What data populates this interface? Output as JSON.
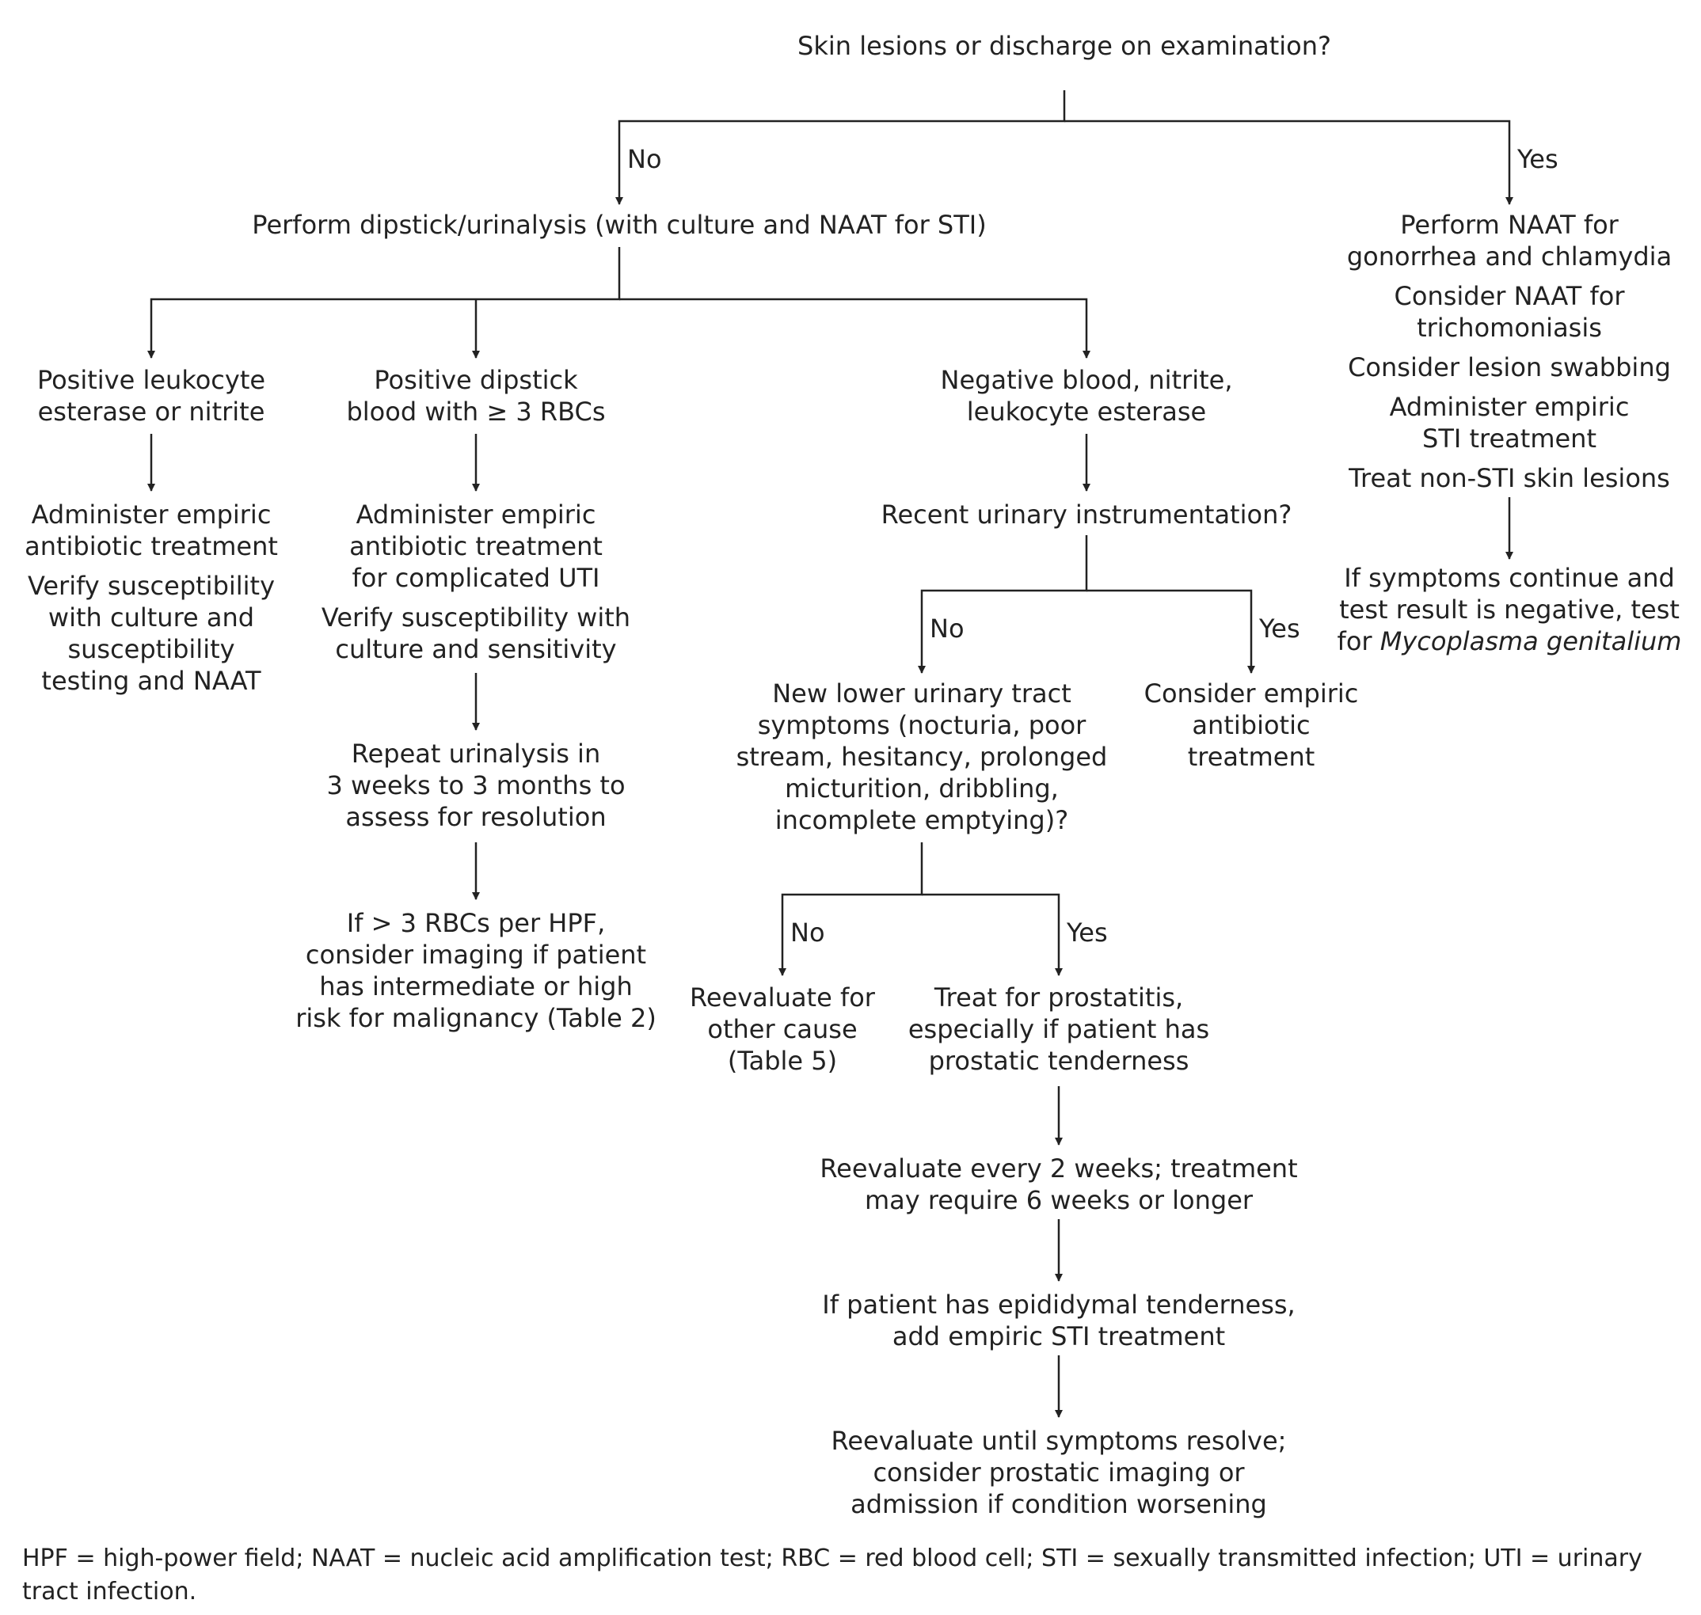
{
  "nodes": {
    "root": {
      "lines": [
        "Skin lesions or discharge on examination?"
      ]
    },
    "dipstick": {
      "lines": [
        "Perform dipstick/urinalysis (with culture and NAAT for STI)"
      ]
    },
    "naat": {
      "lines": [
        "Perform NAAT for",
        "gonorrhea and chlamydia"
      ]
    },
    "naat_trich": {
      "lines": [
        "Consider NAAT for",
        "trichomoniasis"
      ]
    },
    "lesion_swab": {
      "lines": [
        "Consider lesion swabbing"
      ]
    },
    "sti_treat": {
      "lines": [
        "Administer empiric",
        "STI treatment"
      ]
    },
    "non_sti": {
      "lines": [
        "Treat non-STI skin lesions"
      ]
    },
    "mycoplasma": {
      "lines": [
        "If symptoms continue and",
        "test result is negative, test"
      ],
      "last_prefix": "for ",
      "last_italic": "Mycoplasma genitalium"
    },
    "pos_le": {
      "lines": [
        "Positive leukocyte",
        "esterase or nitrite"
      ]
    },
    "pos_blood": {
      "lines": [
        "Positive dipstick",
        "blood with ≥ 3 RBCs"
      ]
    },
    "neg": {
      "lines": [
        "Negative blood, nitrite,",
        "leukocyte esterase"
      ]
    },
    "le_treat": {
      "lines": [
        "Administer empiric",
        "antibiotic treatment"
      ]
    },
    "le_verify": {
      "lines": [
        "Verify susceptibility",
        "with culture and",
        "susceptibility",
        "testing and NAAT"
      ]
    },
    "cuti_treat": {
      "lines": [
        "Administer empiric",
        "antibiotic treatment",
        "for complicated UTI"
      ]
    },
    "cuti_verify": {
      "lines": [
        "Verify susceptibility with",
        "culture and sensitivity"
      ]
    },
    "repeat_ua": {
      "lines": [
        "Repeat urinalysis in",
        "3 weeks to 3 months to",
        "assess for resolution"
      ]
    },
    "imaging": {
      "lines": [
        "If > 3 RBCs per HPF,",
        "consider imaging if patient",
        "has intermediate or high",
        "risk for malignancy (Table 2)"
      ]
    },
    "instrumentation": {
      "lines": [
        "Recent urinary instrumentation?"
      ]
    },
    "luts": {
      "lines": [
        "New lower urinary tract",
        "symptoms (nocturia, poor",
        "stream, hesitancy, prolonged",
        "micturition, dribbling,",
        "incomplete emptying)?"
      ]
    },
    "consider_abx": {
      "lines": [
        "Consider empiric",
        "antibiotic",
        "treatment"
      ]
    },
    "other_cause": {
      "lines": [
        "Reevaluate for",
        "other cause",
        "(Table 5)"
      ]
    },
    "prostatitis": {
      "lines": [
        "Treat for prostatitis,",
        "especially if patient has",
        "prostatic tenderness"
      ]
    },
    "reeval2": {
      "lines": [
        "Reevaluate every 2 weeks; treatment",
        "may require 6 weeks or longer"
      ]
    },
    "epididymal": {
      "lines": [
        "If patient has epididymal tenderness,",
        "add empiric STI treatment"
      ]
    },
    "resolve": {
      "lines": [
        "Reevaluate until symptoms resolve;",
        "consider prostatic imaging or",
        "admission if condition worsening"
      ]
    }
  },
  "labels": {
    "root_no": "No",
    "root_yes": "Yes",
    "instr_no": "No",
    "instr_yes": "Yes",
    "luts_no": "No",
    "luts_yes": "Yes"
  },
  "footnote": "HPF = high-power field; NAAT = nucleic acid amplification test; RBC = red blood cell; STI = sexually transmitted infection; UTI = urinary tract infection.",
  "colors": {
    "line": "#222222",
    "text": "#222222",
    "background": "#ffffff"
  }
}
